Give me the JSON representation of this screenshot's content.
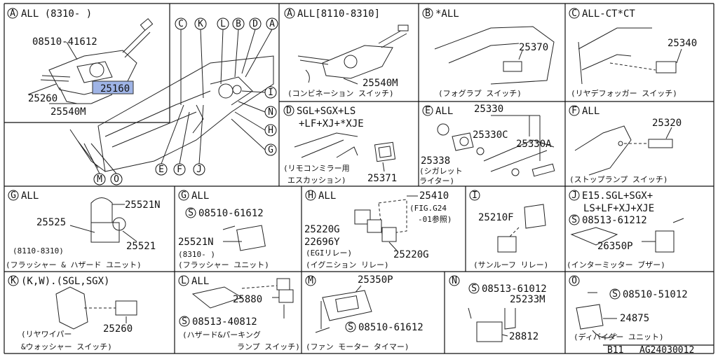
{
  "footer": {
    "page": "B11",
    "code": "AG24030012"
  },
  "highlight_color": "#9fb4e6",
  "panels": {
    "main": {
      "title": "ALL (8310-  )",
      "title_circle": "A",
      "part_bolt": "08510-41612",
      "part_a": "25260",
      "part_b": "25160",
      "part_c": "25540M",
      "callouts_top": [
        "C",
        "K",
        "L",
        "B",
        "D",
        "A"
      ],
      "callouts_right": [
        "I",
        "N",
        "H",
        "G"
      ],
      "callouts_bottom": [
        "E",
        "F",
        "J"
      ],
      "callouts_left": [
        "M",
        "O"
      ]
    },
    "A": {
      "circle": "A",
      "title": "ALL[8110-8310]",
      "part": "25540M",
      "caption": "(コンビネーション スイッチ)"
    },
    "B": {
      "circle": "B",
      "title": "*ALL",
      "part": "25370",
      "caption": "(フォグラプ スイッチ)"
    },
    "C": {
      "circle": "C",
      "title": "ALL-CT*CT",
      "part": "25340",
      "caption": "(リヤデフォッガー スイッチ)"
    },
    "D": {
      "circle": "D",
      "title_1": "SGL+SGX+LS",
      "title_2": "+LF+XJ+*XJE",
      "part": "25371",
      "caption_1": "(リモコンミラー用",
      "caption_2": "エスカッション)"
    },
    "E": {
      "circle": "E",
      "title": "ALL",
      "part_top": "25330",
      "part_c": "25330C",
      "part_a": "25330A",
      "part_338": "25338",
      "caption_1": "(シガレット",
      "caption_2": "ライター)"
    },
    "F": {
      "circle": "F",
      "title": "ALL",
      "part": "25320",
      "caption": "(ストップランプ スイッチ)"
    },
    "G": {
      "circle": "G",
      "title": "ALL",
      "part_n": "25521N",
      "part_525": "25525",
      "part_521": "25521",
      "range": "(8110-8310)",
      "caption": "(フラッシャー & ハザード ユニット)"
    },
    "G2": {
      "circle": "G",
      "title": "ALL",
      "bolt_circle": "S",
      "bolt": "08510-61612",
      "part": "25521N",
      "range": "(8310-  )",
      "caption": "(フラッシャー ユニット)"
    },
    "H": {
      "circle": "H",
      "title": "ALL",
      "part_410": "25410",
      "ref_1": "(FIG.G24",
      "ref_2": "-01参照)",
      "part_g1": "25220G",
      "part_696": "22696Y",
      "egi": "(EGIリレー)",
      "part_g2": "25220G",
      "caption": "(イグニション リレー)"
    },
    "I": {
      "circle": "I",
      "part": "25210F",
      "caption": "(サンルーフ リレー)"
    },
    "J": {
      "circle": "J",
      "title_1": "E15.SGL+SGX+",
      "title_2": "LS+LF+XJ+XJE",
      "bolt_circle": "S",
      "bolt": "08513-61212",
      "part": "26350P",
      "caption": "(インターミッター ブザー)"
    },
    "K": {
      "circle": "K",
      "title": "(K,W).(SGL,SGX)",
      "part": "25260",
      "caption_1": "(リヤワイパー",
      "caption_2": "&ウォッシャー スイッチ)"
    },
    "L": {
      "circle": "L",
      "title": "ALL",
      "part": "25880",
      "bolt_circle": "S",
      "bolt": "08513-40812",
      "caption_1": "(ハザード&パーキング",
      "caption_2": "ランプ スイッチ)"
    },
    "M": {
      "circle": "M",
      "part": "25350P",
      "bolt_circle": "S",
      "bolt": "08510-61612",
      "caption": "(ファン モーター タイマー)"
    },
    "N": {
      "circle": "N",
      "bolt_circle": "S",
      "bolt": "08513-61012",
      "part_m": "25233M",
      "part_812": "28812"
    },
    "O": {
      "circle": "O",
      "bolt_circle": "S",
      "bolt": "08510-51012",
      "part": "24875",
      "caption": "(ディバイダー ユニット)"
    }
  }
}
